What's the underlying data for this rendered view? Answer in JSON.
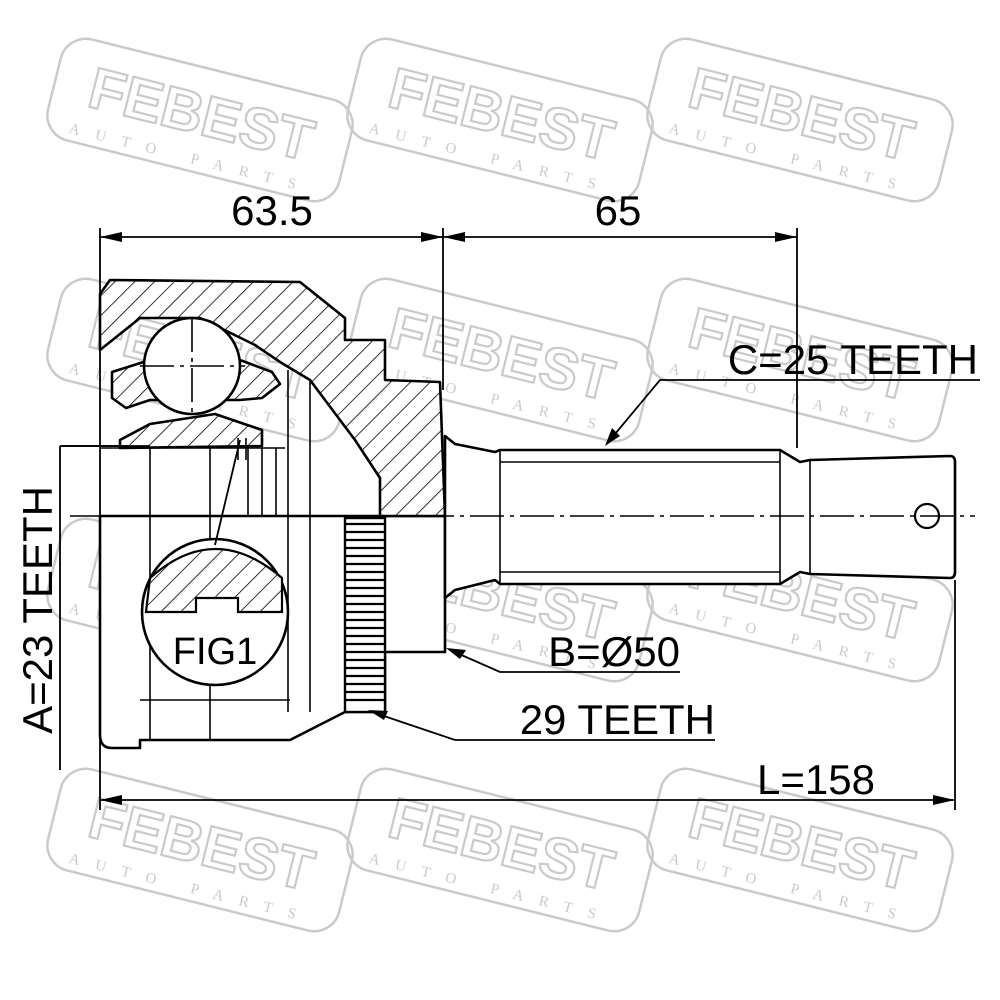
{
  "watermark": {
    "brand": "FEBEST",
    "subtitle": "AUTO PARTS"
  },
  "dimensions": {
    "joint_length": "63.5",
    "stub_length": "65",
    "total_length": "L=158",
    "outer_diameter": "B=Ø50",
    "abs_ring_teeth": "29 TEETH",
    "inner_spline": "A=23 TEETH",
    "outer_spline": "C=25 TEETH"
  },
  "figure_label": "FIG1",
  "colors": {
    "line": "#000000",
    "watermark": "#c4c4c4",
    "background": "#ffffff"
  }
}
